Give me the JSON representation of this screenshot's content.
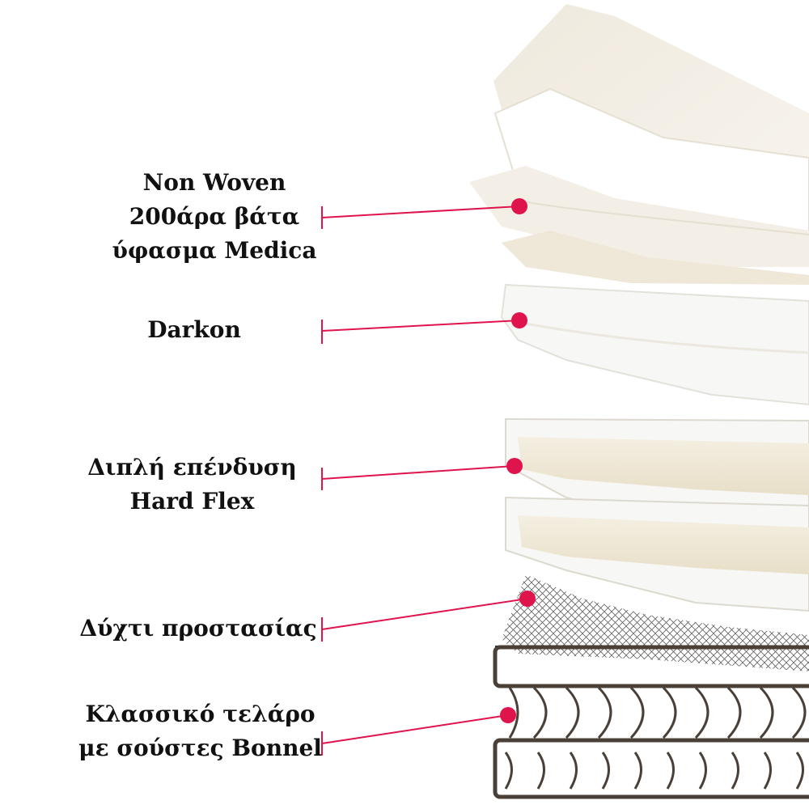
{
  "accent_color": "#e0144c",
  "layers": [
    {
      "id": "non-woven",
      "lines": [
        "Non Woven",
        "200άρα βάτα",
        "ύφασμα Medica"
      ]
    },
    {
      "id": "darkon",
      "lines": [
        "Darkon"
      ]
    },
    {
      "id": "hard-flex",
      "lines": [
        "Διπλή επένδυση",
        "Hard Flex"
      ]
    },
    {
      "id": "net",
      "lines": [
        "Δύχτι προστασίας"
      ]
    },
    {
      "id": "bonnel",
      "lines": [
        "Κλασσικό τελάρο",
        "με σούστες Bonnel"
      ]
    }
  ]
}
